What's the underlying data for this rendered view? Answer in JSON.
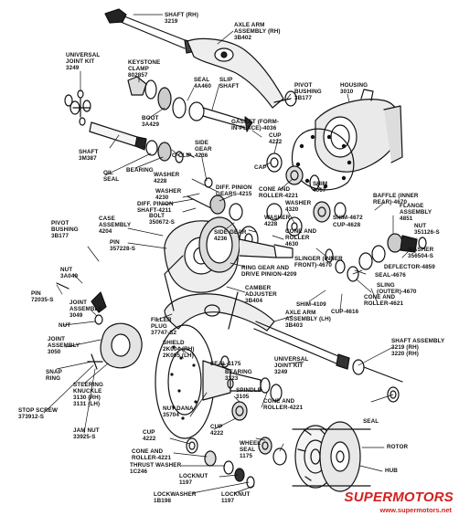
{
  "labels": {
    "shaft_rh": [
      "SHAFT (RH)",
      "3219"
    ],
    "axle_arm_rh": [
      "AXLE ARM",
      "ASSEMBLY (RH)",
      "3B402"
    ],
    "universal_joint_kit_top": [
      "UNIVERSAL",
      "JOINT KIT",
      "3249"
    ],
    "keystone_clamp": [
      "KEYSTONE",
      "CLAMP",
      "802857"
    ],
    "seal_4a460": [
      "SEAL",
      "4A460"
    ],
    "slip_shaft": [
      "SLIP",
      "SHAFT"
    ],
    "pivot_bushing_top": [
      "PIVOT",
      "BUSHING",
      "3B177"
    ],
    "housing": [
      "HOUSING",
      "3010"
    ],
    "boot": [
      "BOOT",
      "3A429"
    ],
    "gasket": [
      "GASKET (FORM-",
      "IN-PLACE)-4036"
    ],
    "cup_4222_top": [
      "CUP",
      "4222"
    ],
    "shaft_3m387": [
      "SHAFT",
      "3M387"
    ],
    "c_clip": [
      "C-CLIP"
    ],
    "oil_seal": [
      "OIL",
      "SEAL"
    ],
    "bearing_top": [
      "BEARING"
    ],
    "washer_4228_top": [
      "WASHER",
      "4228"
    ],
    "side_gear_top": [
      "SIDE",
      "GEAR",
      "4236"
    ],
    "cap": [
      "CAP"
    ],
    "cone_roller_top": [
      "CONE AND",
      "ROLLER-4221"
    ],
    "shim_4067": [
      "SHIM",
      "4067"
    ],
    "washer_4230": [
      "WASHER",
      "4230"
    ],
    "diff_pinion_shaft": [
      "DIFF. PINION",
      "SHAFT-4211"
    ],
    "bolt_350672": [
      "BOLT",
      "350672-S"
    ],
    "diff_pinion_gears": [
      "DIFF. PINION",
      "GEARS-4215"
    ],
    "washer_4320": [
      "WASHER",
      "4320"
    ],
    "shim_4672": [
      "SHIM-4672"
    ],
    "baffle_inner": [
      "BAFFLE (INNER",
      "REAR)-4670"
    ],
    "flange_assembly": [
      "FLANGE",
      "ASSEMBLY",
      "4851"
    ],
    "case_assembly": [
      "CASE",
      "ASSEMBLY",
      "4204"
    ],
    "pivot_bushing_left": [
      "PIVOT",
      "BUSHING",
      "3B177"
    ],
    "cup_4628": [
      "CUP-4628"
    ],
    "washer_4228_mid": [
      "WASHER",
      "4228"
    ],
    "side_gear_mid": [
      "SIDE GEAR",
      "4236"
    ],
    "cone_roller_4630": [
      "CONE AND",
      "ROLLER",
      "4630"
    ],
    "nut_351126": [
      "NUT",
      "351126-S"
    ],
    "pin": [
      "PIN",
      "357228-S"
    ],
    "washer_356504": [
      "WASHER",
      "356504-S"
    ],
    "deflector": [
      "DEFLECTOR-4859"
    ],
    "slinger": [
      "SLINGER (INNER",
      "FRONT)-4670"
    ],
    "nut_3a049": [
      "NUT",
      "3A049"
    ],
    "seal_4676": [
      "SEAL-4676"
    ],
    "ring_gear": [
      "RING GEAR AND",
      "DRIVE PINION-4209"
    ],
    "sling_outer": [
      "SLING",
      "(OUTER)-4670"
    ],
    "pin_72035": [
      "PIN",
      "72035-S"
    ],
    "camber_adjuster": [
      "CAMBER",
      "ADJUSTER",
      "3B404"
    ],
    "cone_roller_4621": [
      "CONE AND",
      "ROLLER-4621"
    ],
    "joint_assembly_3049": [
      "JOINT",
      "ASSEMBLY",
      "3049"
    ],
    "shim_4109": [
      "SHIM-4109"
    ],
    "cup_4616": [
      "CUP-4616"
    ],
    "axle_arm_lh": [
      "AXLE ARM",
      "ASSEMBLY (LH)",
      "3B403"
    ],
    "nut_left": [
      "NUT"
    ],
    "filler_plug": [
      "FILLER",
      "PLUG",
      "37747-S2"
    ],
    "joint_assembly_3050": [
      "JOINT",
      "ASSEMBLY",
      "3050"
    ],
    "shield": [
      "SHIELD",
      "2K004 (RH)",
      "2K005 (LH)"
    ],
    "shaft_assembly": [
      "SHAFT ASSEMBLY",
      "3219 (RH)",
      "3220 (RH)"
    ],
    "seal_1175": [
      "SEAL-1175"
    ],
    "universal_joint_kit_bottom": [
      "UNIVERSAL",
      "JOINT KIT",
      "3249"
    ],
    "bearing_3123": [
      "BEARING",
      "3123"
    ],
    "snap_ring": [
      "SNAP",
      "RING"
    ],
    "steering_knuckle": [
      "STEERING",
      "KNUCKLE",
      "3130 (RH)",
      "3131 (LH)"
    ],
    "spindle": [
      "SPINDLE",
      "3105"
    ],
    "cone_roller_mid": [
      "CONE AND",
      "ROLLER-4221"
    ],
    "stop_screw": [
      "STOP SCREW",
      "373912-S"
    ],
    "nut_dana": [
      "NUT DANA",
      "35704"
    ],
    "seal_right": [
      "SEAL"
    ],
    "jam_nut": [
      "JAM NUT",
      "33925-S"
    ],
    "cup_4222_mid": [
      "CUP",
      "4222"
    ],
    "cup_4222_bottom": [
      "CUP",
      "4222"
    ],
    "cone_roller_bottom": [
      "CONE AND",
      "ROLLER-4221"
    ],
    "wheel_seal": [
      "WHEEL",
      "SEAL",
      "1175"
    ],
    "rotor": [
      "ROTOR"
    ],
    "thrust_washer": [
      "THRUST WASHER",
      "1C246"
    ],
    "locknut": [
      "LOCKNUT",
      "1197"
    ],
    "hub": [
      "HUB"
    ],
    "lockwasher": [
      "LOCKWASHER",
      "1B198"
    ],
    "locknut_bottom": [
      "LOCKNUT",
      "1197"
    ]
  },
  "brand": {
    "name": "SUPERMOTORS",
    "url": "www.supermotors.net"
  },
  "colors": {
    "ink": "#111111",
    "brand": "#d32020"
  }
}
